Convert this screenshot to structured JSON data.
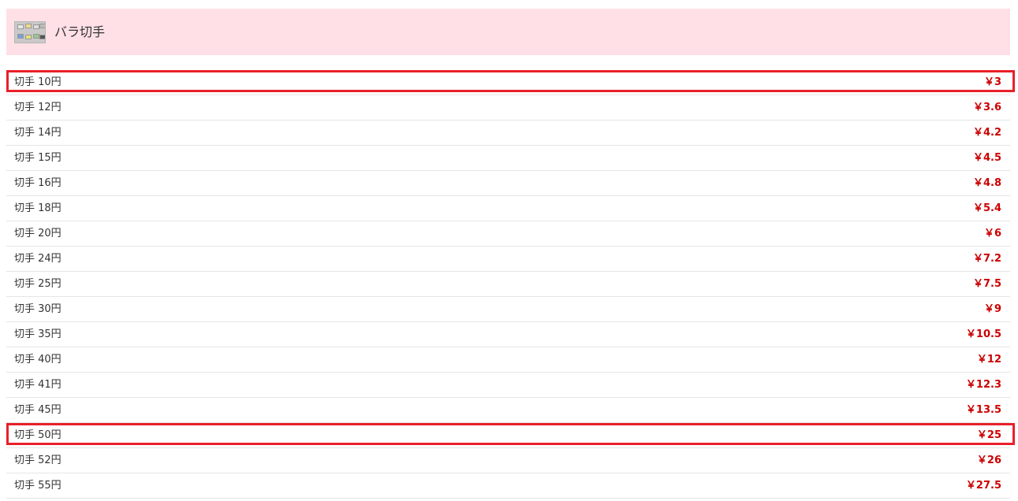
{
  "header": {
    "title": "バラ切手",
    "background": "#ffe0e6"
  },
  "colors": {
    "price": "#cc0000",
    "highlight_border": "#e8202a",
    "row_divider": "#e5e5e5"
  },
  "items": [
    {
      "name": "切手 10円",
      "price": "￥3",
      "highlighted": true
    },
    {
      "name": "切手 12円",
      "price": "￥3.6",
      "highlighted": false
    },
    {
      "name": "切手 14円",
      "price": "￥4.2",
      "highlighted": false
    },
    {
      "name": "切手 15円",
      "price": "￥4.5",
      "highlighted": false
    },
    {
      "name": "切手 16円",
      "price": "￥4.8",
      "highlighted": false
    },
    {
      "name": "切手 18円",
      "price": "￥5.4",
      "highlighted": false
    },
    {
      "name": "切手 20円",
      "price": "￥6",
      "highlighted": false
    },
    {
      "name": "切手 24円",
      "price": "￥7.2",
      "highlighted": false
    },
    {
      "name": "切手 25円",
      "price": "￥7.5",
      "highlighted": false
    },
    {
      "name": "切手 30円",
      "price": "￥9",
      "highlighted": false
    },
    {
      "name": "切手 35円",
      "price": "￥10.5",
      "highlighted": false
    },
    {
      "name": "切手 40円",
      "price": "￥12",
      "highlighted": false
    },
    {
      "name": "切手 41円",
      "price": "￥12.3",
      "highlighted": false
    },
    {
      "name": "切手 45円",
      "price": "￥13.5",
      "highlighted": false
    },
    {
      "name": "切手 50円",
      "price": "￥25",
      "highlighted": true
    },
    {
      "name": "切手 52円",
      "price": "￥26",
      "highlighted": false
    },
    {
      "name": "切手 55円",
      "price": "￥27.5",
      "highlighted": false
    }
  ]
}
